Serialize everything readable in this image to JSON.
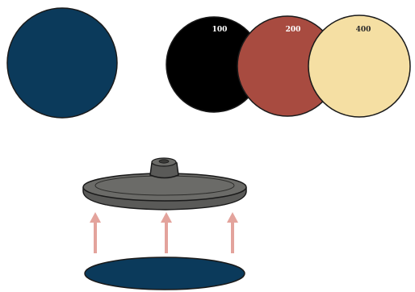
{
  "colors": {
    "blue_disc": "#0b3a5b",
    "black_disc": "#000000",
    "red_disc": "#a84b40",
    "cream_disc": "#f5dfa3",
    "pad_body": "#5a5a58",
    "pad_top": "#6b6b68",
    "arrow": "#e3a39c",
    "outline": "#1a1a1a",
    "label_light": "#ffffff",
    "label_dark": "#2a2a2a"
  },
  "grit_discs": [
    {
      "label": "100",
      "color_key": "black_disc",
      "label_color_key": "label_light"
    },
    {
      "label": "200",
      "color_key": "red_disc",
      "label_color_key": "label_light"
    },
    {
      "label": "400",
      "color_key": "cream_disc",
      "label_color_key": "label_dark"
    }
  ],
  "icons": {
    "single_disc": "sanding-disc-icon",
    "backing_pad": "backing-pad-icon",
    "arrows": "up-arrow-icon",
    "bottom_disc": "sanding-disc-icon"
  }
}
